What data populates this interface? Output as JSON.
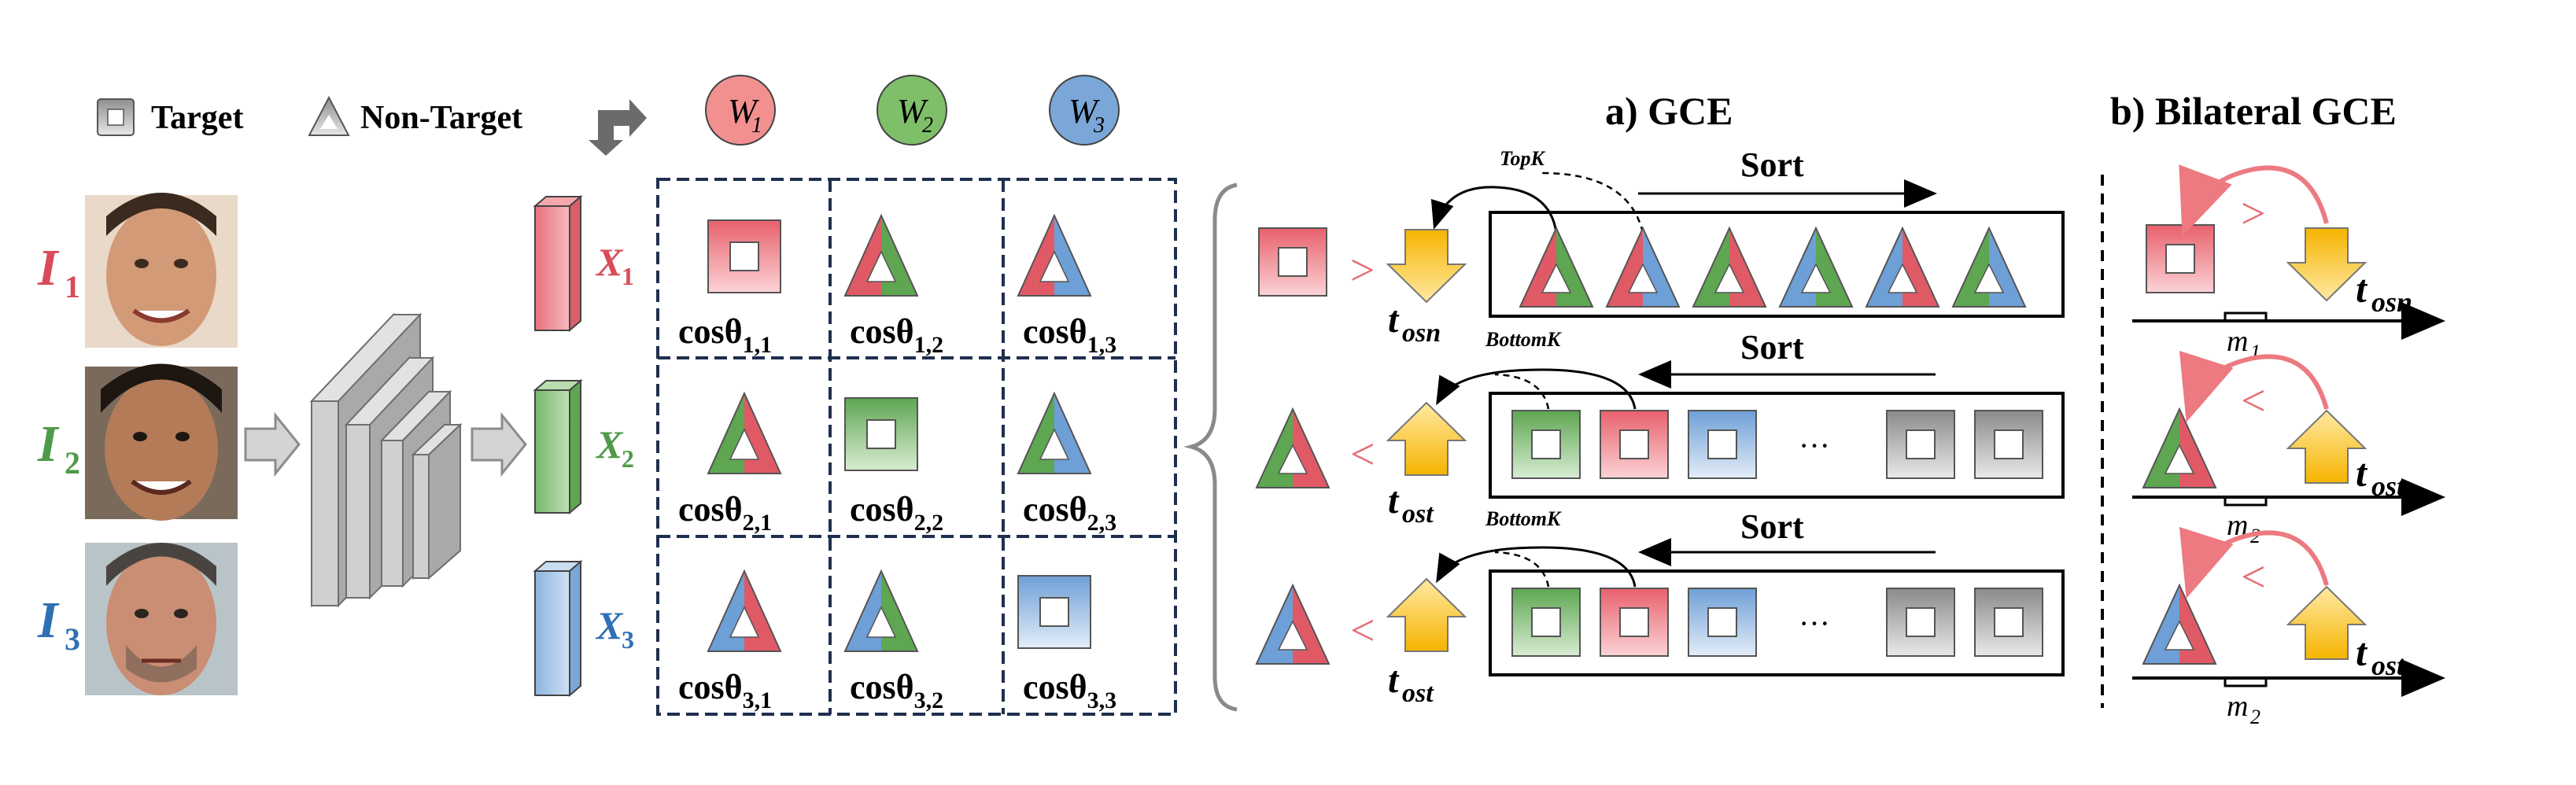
{
  "legend": {
    "target_label": "Target",
    "non_target_label": "Non-Target",
    "weights": [
      {
        "base": "W",
        "sub": "1",
        "color": "#f08c8c"
      },
      {
        "base": "W",
        "sub": "2",
        "color": "#7fbf6a"
      },
      {
        "base": "W",
        "sub": "3",
        "color": "#7aa7d8"
      }
    ]
  },
  "colors": {
    "red": "#e05a66",
    "green": "#5ea652",
    "blue": "#3d7fc3",
    "gray": "#9a9a9a",
    "arrow_yellow": "#f7c21a",
    "grid_border": "#1f2f4f"
  },
  "inputs": [
    {
      "base": "I",
      "sub": "1",
      "color": "#d94b5a"
    },
    {
      "base": "I",
      "sub": "2",
      "color": "#4f9a4a"
    },
    {
      "base": "I",
      "sub": "3",
      "color": "#2f70b5"
    }
  ],
  "features": [
    {
      "base": "X",
      "sub": "1",
      "color": "#d94b5a"
    },
    {
      "base": "X",
      "sub": "2",
      "color": "#4f9a4a"
    },
    {
      "base": "X",
      "sub": "3",
      "color": "#2f70b5"
    }
  ],
  "matrix": [
    [
      {
        "label": "cosθ",
        "sub": "1,1"
      },
      {
        "label": "cosθ",
        "sub": "1,2"
      },
      {
        "label": "cosθ",
        "sub": "1,3"
      }
    ],
    [
      {
        "label": "cosθ",
        "sub": "2,1"
      },
      {
        "label": "cosθ",
        "sub": "2,2"
      },
      {
        "label": "cosθ",
        "sub": "2,3"
      }
    ],
    [
      {
        "label": "cosθ",
        "sub": "3,1"
      },
      {
        "label": "cosθ",
        "sub": "3,2"
      },
      {
        "label": "cosθ",
        "sub": "3,3"
      }
    ]
  ],
  "gce": {
    "title": "a) GCE",
    "rows": [
      {
        "compare": ">",
        "threshold": "t",
        "threshold_sub": "osn",
        "sort_label": "Sort",
        "k_label": "TopK",
        "ellipsis": ""
      },
      {
        "compare": "<",
        "threshold": "t",
        "threshold_sub": "ost",
        "sort_label": "Sort",
        "k_label": "BottomK",
        "ellipsis": "···"
      },
      {
        "compare": "<",
        "threshold": "t",
        "threshold_sub": "ost",
        "sort_label": "Sort",
        "k_label": "BottomK",
        "ellipsis": "···"
      }
    ]
  },
  "bilateral": {
    "title": "b) Bilateral GCE",
    "rows": [
      {
        "compare": ">",
        "threshold": "t",
        "threshold_sub": "osn",
        "margin": "m",
        "margin_sub": "1"
      },
      {
        "compare": "<",
        "threshold": "t",
        "threshold_sub": "ost",
        "margin": "m",
        "margin_sub": "2"
      },
      {
        "compare": "<",
        "threshold": "t",
        "threshold_sub": "ost",
        "margin": "m",
        "margin_sub": "2"
      }
    ]
  }
}
